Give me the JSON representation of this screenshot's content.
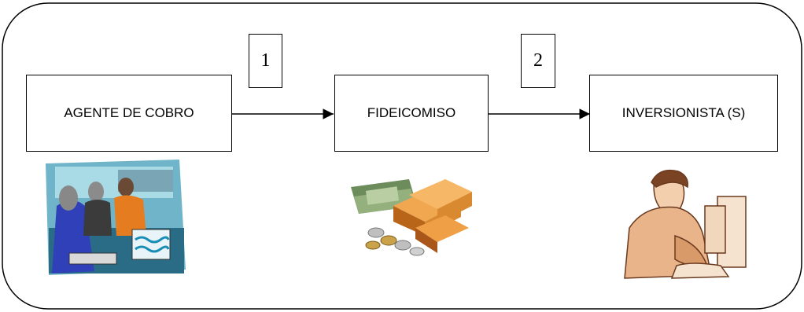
{
  "nodes": [
    {
      "label": "AGENTE DE COBRO"
    },
    {
      "label": "FIDEICOMISO"
    },
    {
      "label": "INVERSIONISTA (S)"
    }
  ],
  "steps": [
    {
      "label": "1"
    },
    {
      "label": "2"
    }
  ],
  "illustrations": [
    {
      "icon": "bank-teller-clipart-icon"
    },
    {
      "icon": "money-and-gold-bars-icon"
    },
    {
      "icon": "person-at-computer-icon"
    }
  ]
}
